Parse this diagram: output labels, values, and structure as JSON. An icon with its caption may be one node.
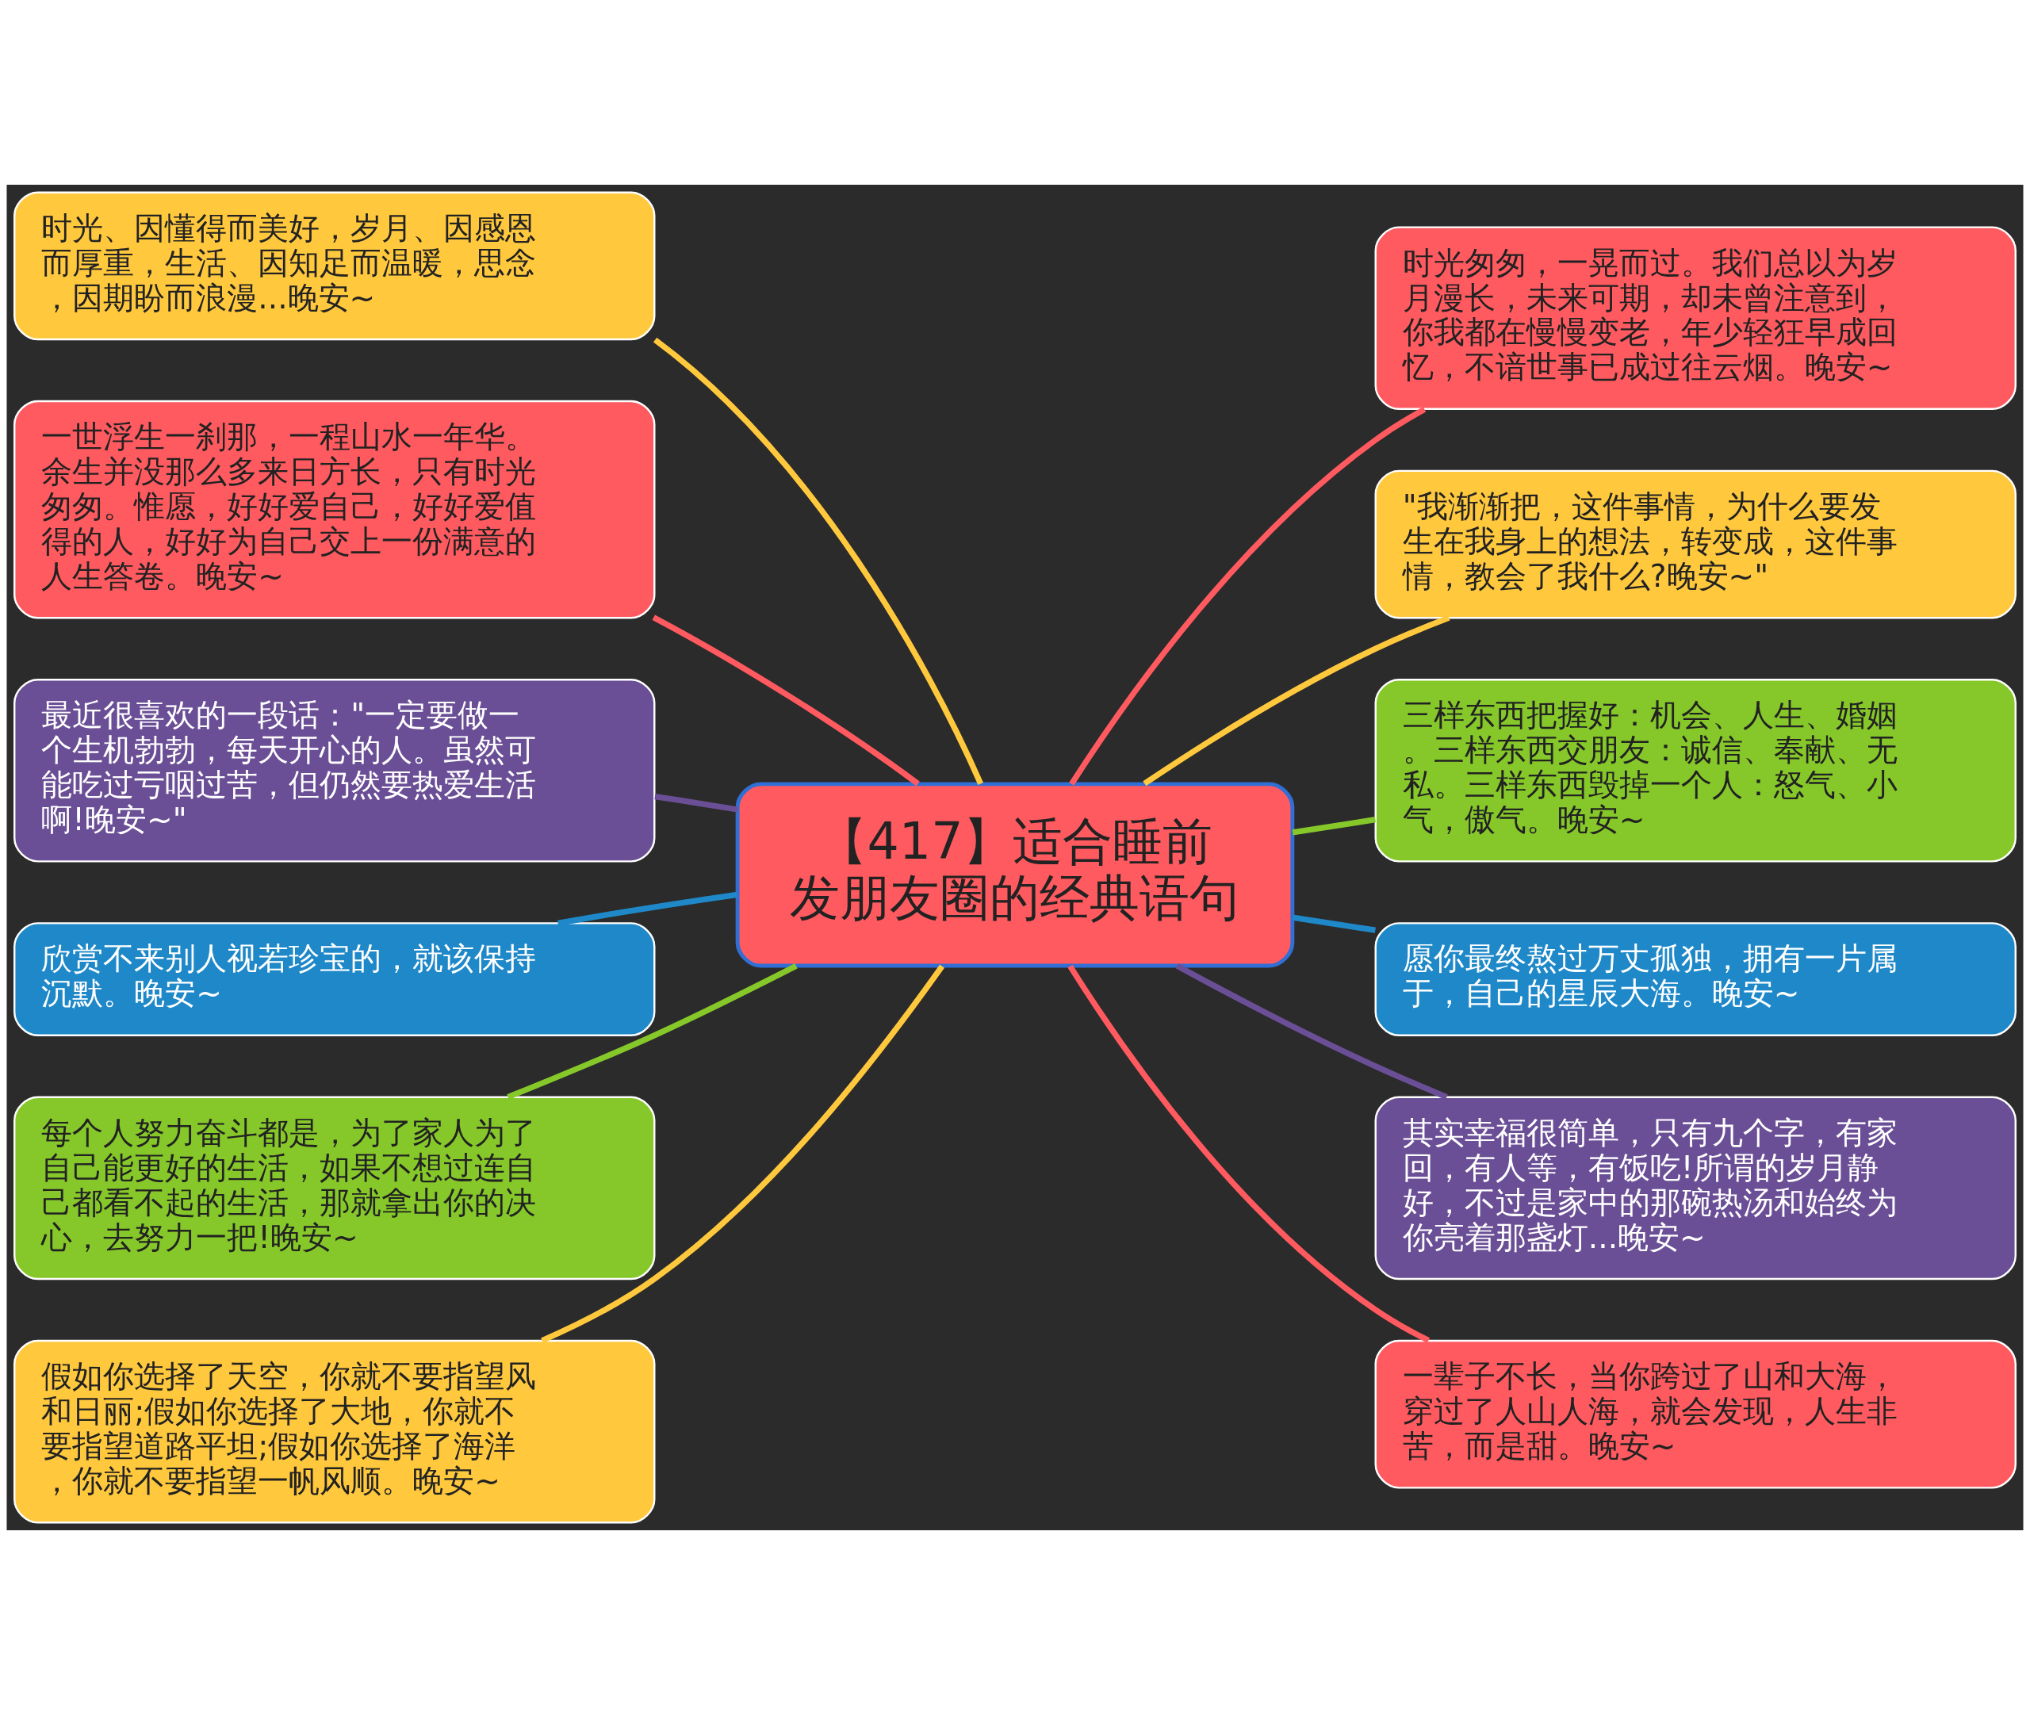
{
  "diagram": {
    "nodes": [
      {
        "text": [
          "【417】适合睡前发朋友圈的经典语句"
        ]
      },
      {
        "text": [
          "时光、因懂得而美好，岁月、因感恩而厚重，生活、因知足而温暖，思念，因期盼而浪漫...晚安~"
        ]
      },
      {
        "text": [
          "一世浮生一刹那，一程山水一年华。余生并没那么多来日方长，只有时光匆匆。惟愿，好好爱自己，好好爱值得的人，好好为自己交上一份满意的人生答卷。晚安~"
        ]
      },
      {
        "text": [
          "最近很喜欢的一段话：\"一定要做一个生机勃勃，每天开心的人。虽然可能吃过亏咽过苦，但仍然要热爱生活啊!晚安~\""
        ]
      },
      {
        "text": [
          "欣赏不来别人视若珍宝的，就该保持沉默。晚安~"
        ]
      },
      {
        "text": [
          "每个人努力奋斗都是，为了家人为了自己能更好的生活，如果不想过连自己都看不起的生活，那就拿出你的决心，去努力一把!晚安~"
        ]
      },
      {
        "text": [
          "假如你选择了天空，你就不要指望风和日丽;假如你选择了大地，你就不要指望道路平坦;假如你选择了海洋，你就不要指望一帆风顺。晚安~"
        ]
      },
      {
        "text": [
          "时光匆匆，一晃而过。我们总以为岁月漫长，未来可期，却未曾注意到，你我都在慢慢变老，年少轻狂早成回忆，不谙世事已成过往云烟。晚安~"
        ]
      },
      {
        "text": [
          "\"我渐渐把，这件事情，为什么要发生在我身上的想法，转变成，这件事情，教会了我什么?晚安~\""
        ]
      },
      {
        "text": [
          "三样东西把握好：机会、人生、婚姻。三样东西交朋友：诚信、奉献、无私。三样东西毁掉一个人：怒气、小气，傲气。晚安~"
        ]
      },
      {
        "text": [
          "愿你最终熬过万丈孤独，拥有一片属于，自己的星辰大海。晚安~"
        ]
      },
      {
        "text": [
          "其实幸福很简单，只有九个字，有家回，有人等，有饭吃!所谓的岁月静好，不过是家中的那碗热汤和始终为你亮着那盏灯...晚安~"
        ]
      },
      {
        "text": [
          "一辈子不长，当你跨过了山和大海，穿过了人山人海，就会发现，人生非苦，而是甜。晚安~"
        ]
      }
    ],
    "edges": [
      {
        "from": 0,
        "to": 1,
        "arrow": "none",
        "color": "#ffc83d"
      },
      {
        "from": 0,
        "to": 2,
        "arrow": "none",
        "color": "#ff5a5f"
      },
      {
        "from": 0,
        "to": 3,
        "arrow": "none",
        "color": "#6b4f96"
      },
      {
        "from": 0,
        "to": 4,
        "arrow": "none",
        "color": "#1e88c8"
      },
      {
        "from": 0,
        "to": 5,
        "arrow": "none",
        "color": "#86c82a"
      },
      {
        "from": 0,
        "to": 6,
        "arrow": "none",
        "color": "#ffc83d"
      },
      {
        "from": 0,
        "to": 7,
        "arrow": "none",
        "color": "#ff5a5f"
      },
      {
        "from": 0,
        "to": 8,
        "arrow": "none",
        "color": "#ffc83d"
      },
      {
        "from": 0,
        "to": 9,
        "arrow": "none",
        "color": "#86c82a"
      },
      {
        "from": 0,
        "to": 10,
        "arrow": "none",
        "color": "#1e88c8"
      },
      {
        "from": 0,
        "to": 11,
        "arrow": "none",
        "color": "#6b4f96"
      },
      {
        "from": 0,
        "to": 12,
        "arrow": "none",
        "color": "#ff5a5f"
      }
    ]
  }
}
